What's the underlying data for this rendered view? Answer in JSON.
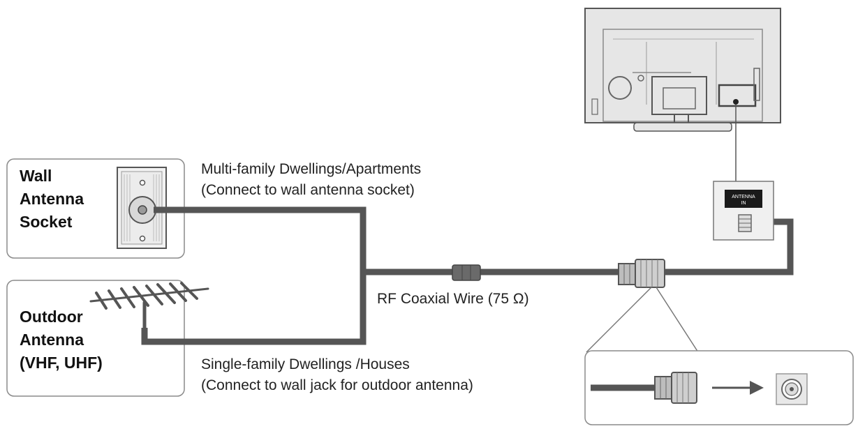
{
  "wall_socket": {
    "label_lines": [
      "Wall",
      "Antenna",
      "Socket"
    ]
  },
  "outdoor_antenna": {
    "label_lines": [
      "Outdoor",
      "Antenna",
      "(VHF, UHF)"
    ]
  },
  "apartments": {
    "line1": "Multi-family Dwellings/Apartments",
    "line2": "(Connect to wall antenna socket)"
  },
  "houses": {
    "line1": "Single-family Dwellings /Houses",
    "line2": "(Connect to wall jack for outdoor antenna)"
  },
  "cable": {
    "label": "RF Coaxial Wire (75 Ω)"
  },
  "tv_port": {
    "label_line1": "ANTENNA",
    "label_line2": "IN"
  },
  "colors": {
    "cable": "#555555",
    "box_border": "#888888",
    "panel_fill": "#e6e6e6"
  }
}
